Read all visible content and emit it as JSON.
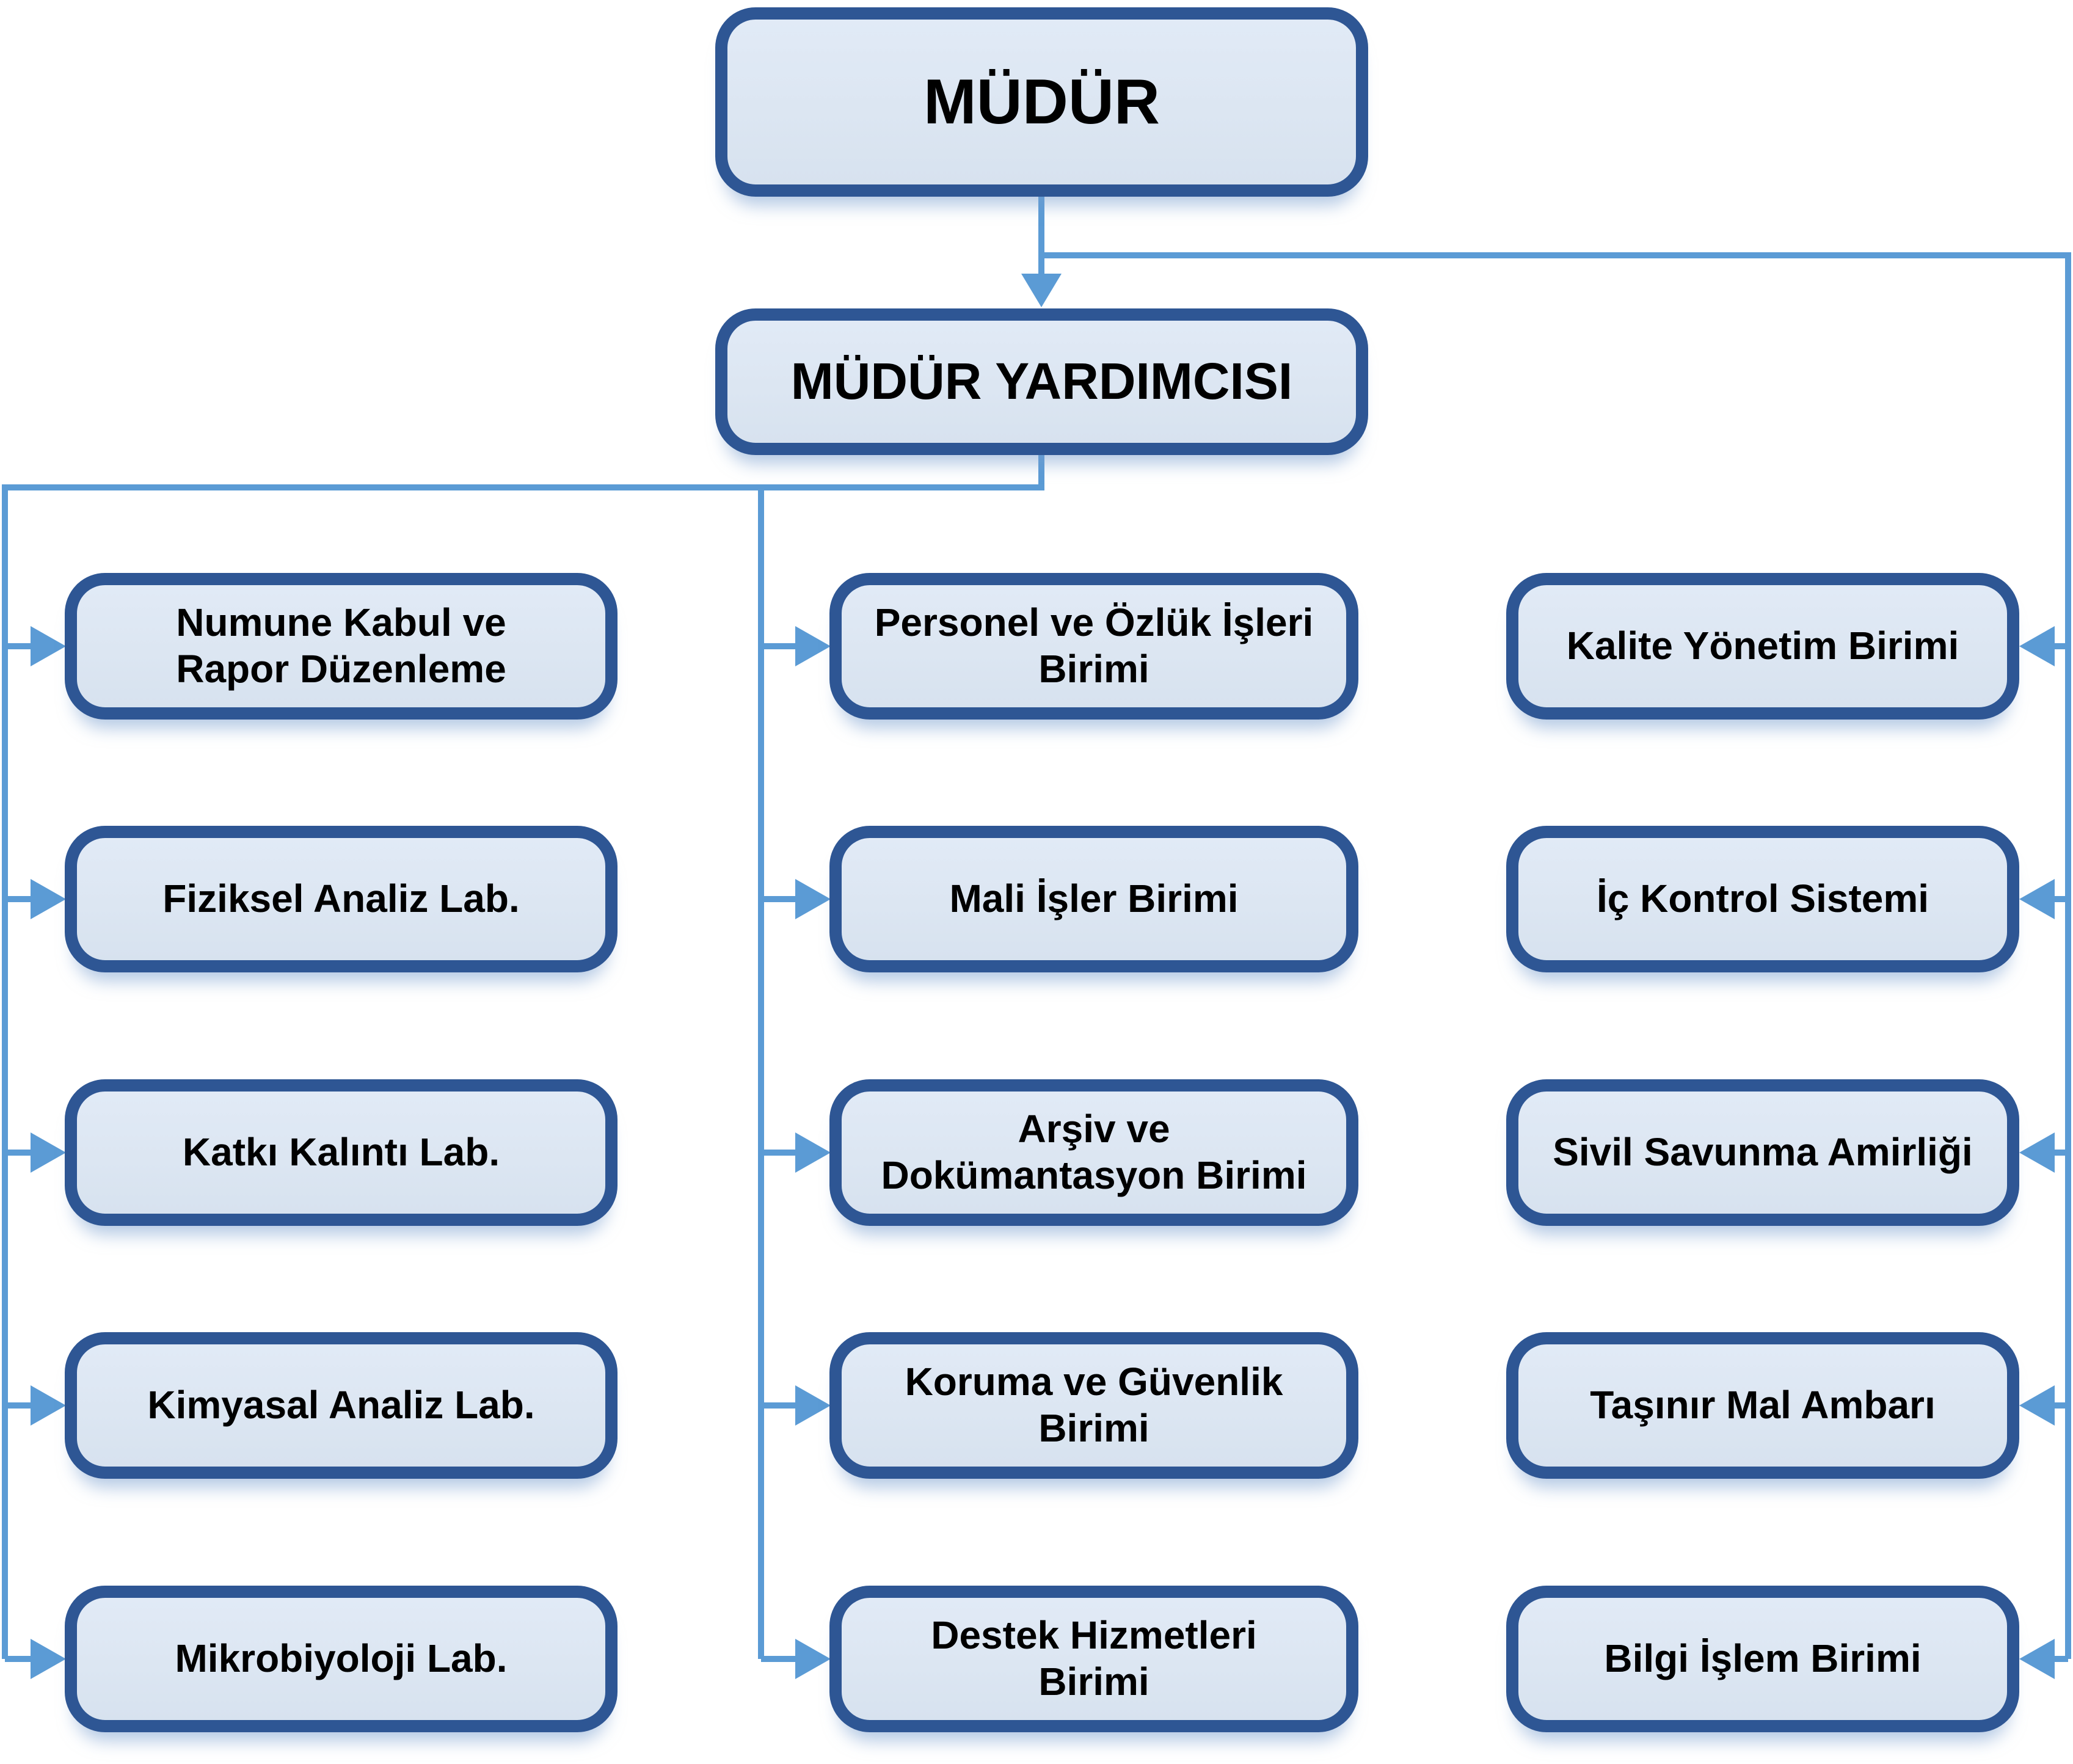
{
  "org_chart": {
    "root": {
      "label": "MÜDÜR"
    },
    "deputy": {
      "label": "MÜDÜR YARDIMCISI"
    },
    "columns": {
      "left": {
        "items": [
          "Numune Kabul ve\nRapor Düzenleme",
          "Fiziksel Analiz Lab.",
          "Katkı Kalıntı Lab.",
          "Kimyasal Analiz Lab.",
          "Mikrobiyoloji Lab."
        ]
      },
      "middle": {
        "items": [
          "Personel ve Özlük İşleri\nBirimi",
          "Mali İşler Birimi",
          "Arşiv ve\nDokümantasyon Birimi",
          "Koruma ve Güvenlik\nBirimi",
          "Destek Hizmetleri\nBirimi"
        ]
      },
      "right": {
        "items": [
          "Kalite Yönetim Birimi",
          "İç Kontrol Sistemi",
          "Sivil Savunma Amirliği",
          "Taşınır Mal Ambarı",
          "Bilgi İşlem Birimi"
        ]
      }
    },
    "colors": {
      "box_fill": "#dce6f2",
      "box_border": "#2e5694",
      "connector": "#5b9bd5",
      "text": "#000000"
    }
  }
}
